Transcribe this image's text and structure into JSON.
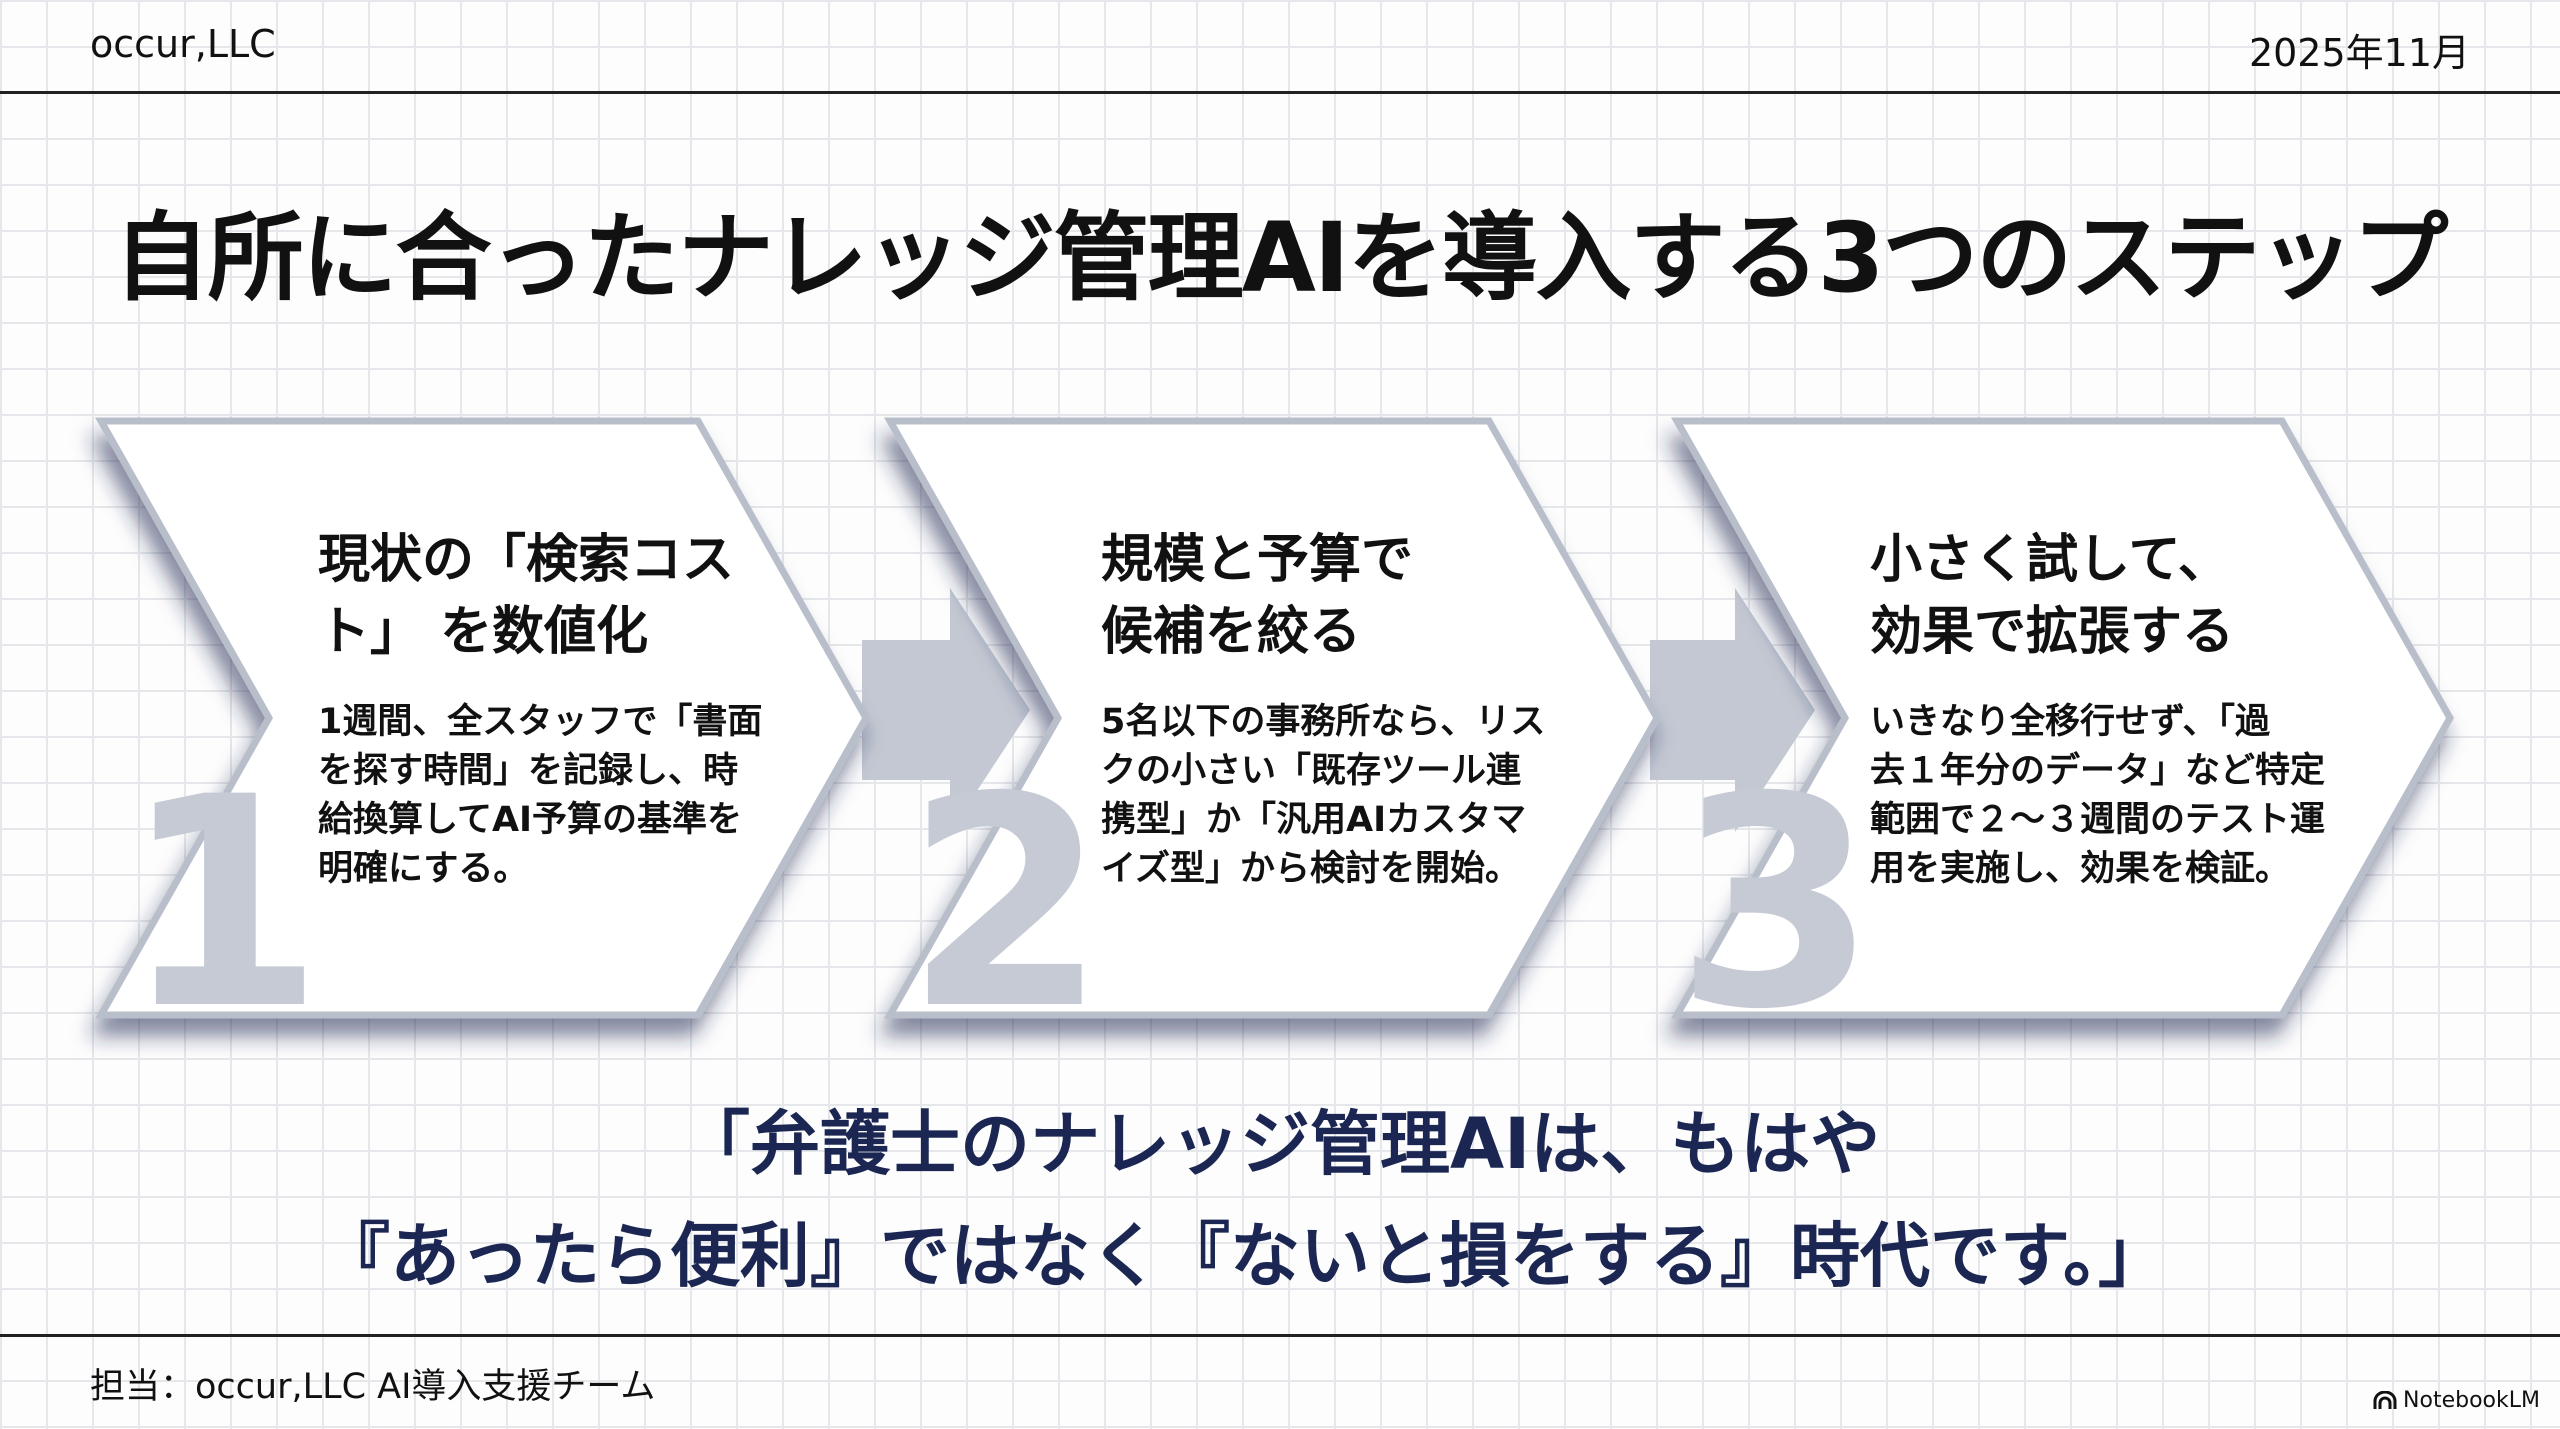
{
  "header": {
    "company": "occur,LLC",
    "date": "2025年11月"
  },
  "title": "自所に合ったナレッジ管理AIを導入する3つのステップ",
  "steps": [
    {
      "number": "1",
      "heading_lines": [
        "現状の「検索コス",
        "ト」 を数値化"
      ],
      "body_lines": [
        "1週間、全スタッフで「書面",
        "を探す時間」を記録し、時",
        "給換算してAI予算の基準を",
        "明確にする。"
      ]
    },
    {
      "number": "2",
      "heading_lines": [
        "規模と予算で",
        "候補を絞る"
      ],
      "body_lines": [
        "5名以下の事務所なら、リス",
        "クの小さい「既存ツール連",
        "携型」か「汎用AIカスタマ",
        "イズ型」から検討を開始。"
      ]
    },
    {
      "number": "3",
      "heading_lines": [
        "小さく試して、",
        "効果で拡張する"
      ],
      "body_lines": [
        "いきなり全移行せず、「過",
        "去１年分のデータ」など特定",
        "範囲で２～３週間のテスト運",
        "用を実施し、効果を検証。"
      ]
    }
  ],
  "quote": {
    "line1": "「弁護士のナレッジ管理AIは、もはや",
    "line2": "『あったら便利』ではなく『ないと損をする』時代です。」"
  },
  "footer": {
    "owner": "担当：occur,LLC AI導入支援チーム",
    "brand": "NotebookLM"
  },
  "colors": {
    "navy": "#1b2752",
    "chevron_border": "#b9bfca",
    "numeral": "#c5cad4",
    "arrow": "#c3c8d2"
  }
}
